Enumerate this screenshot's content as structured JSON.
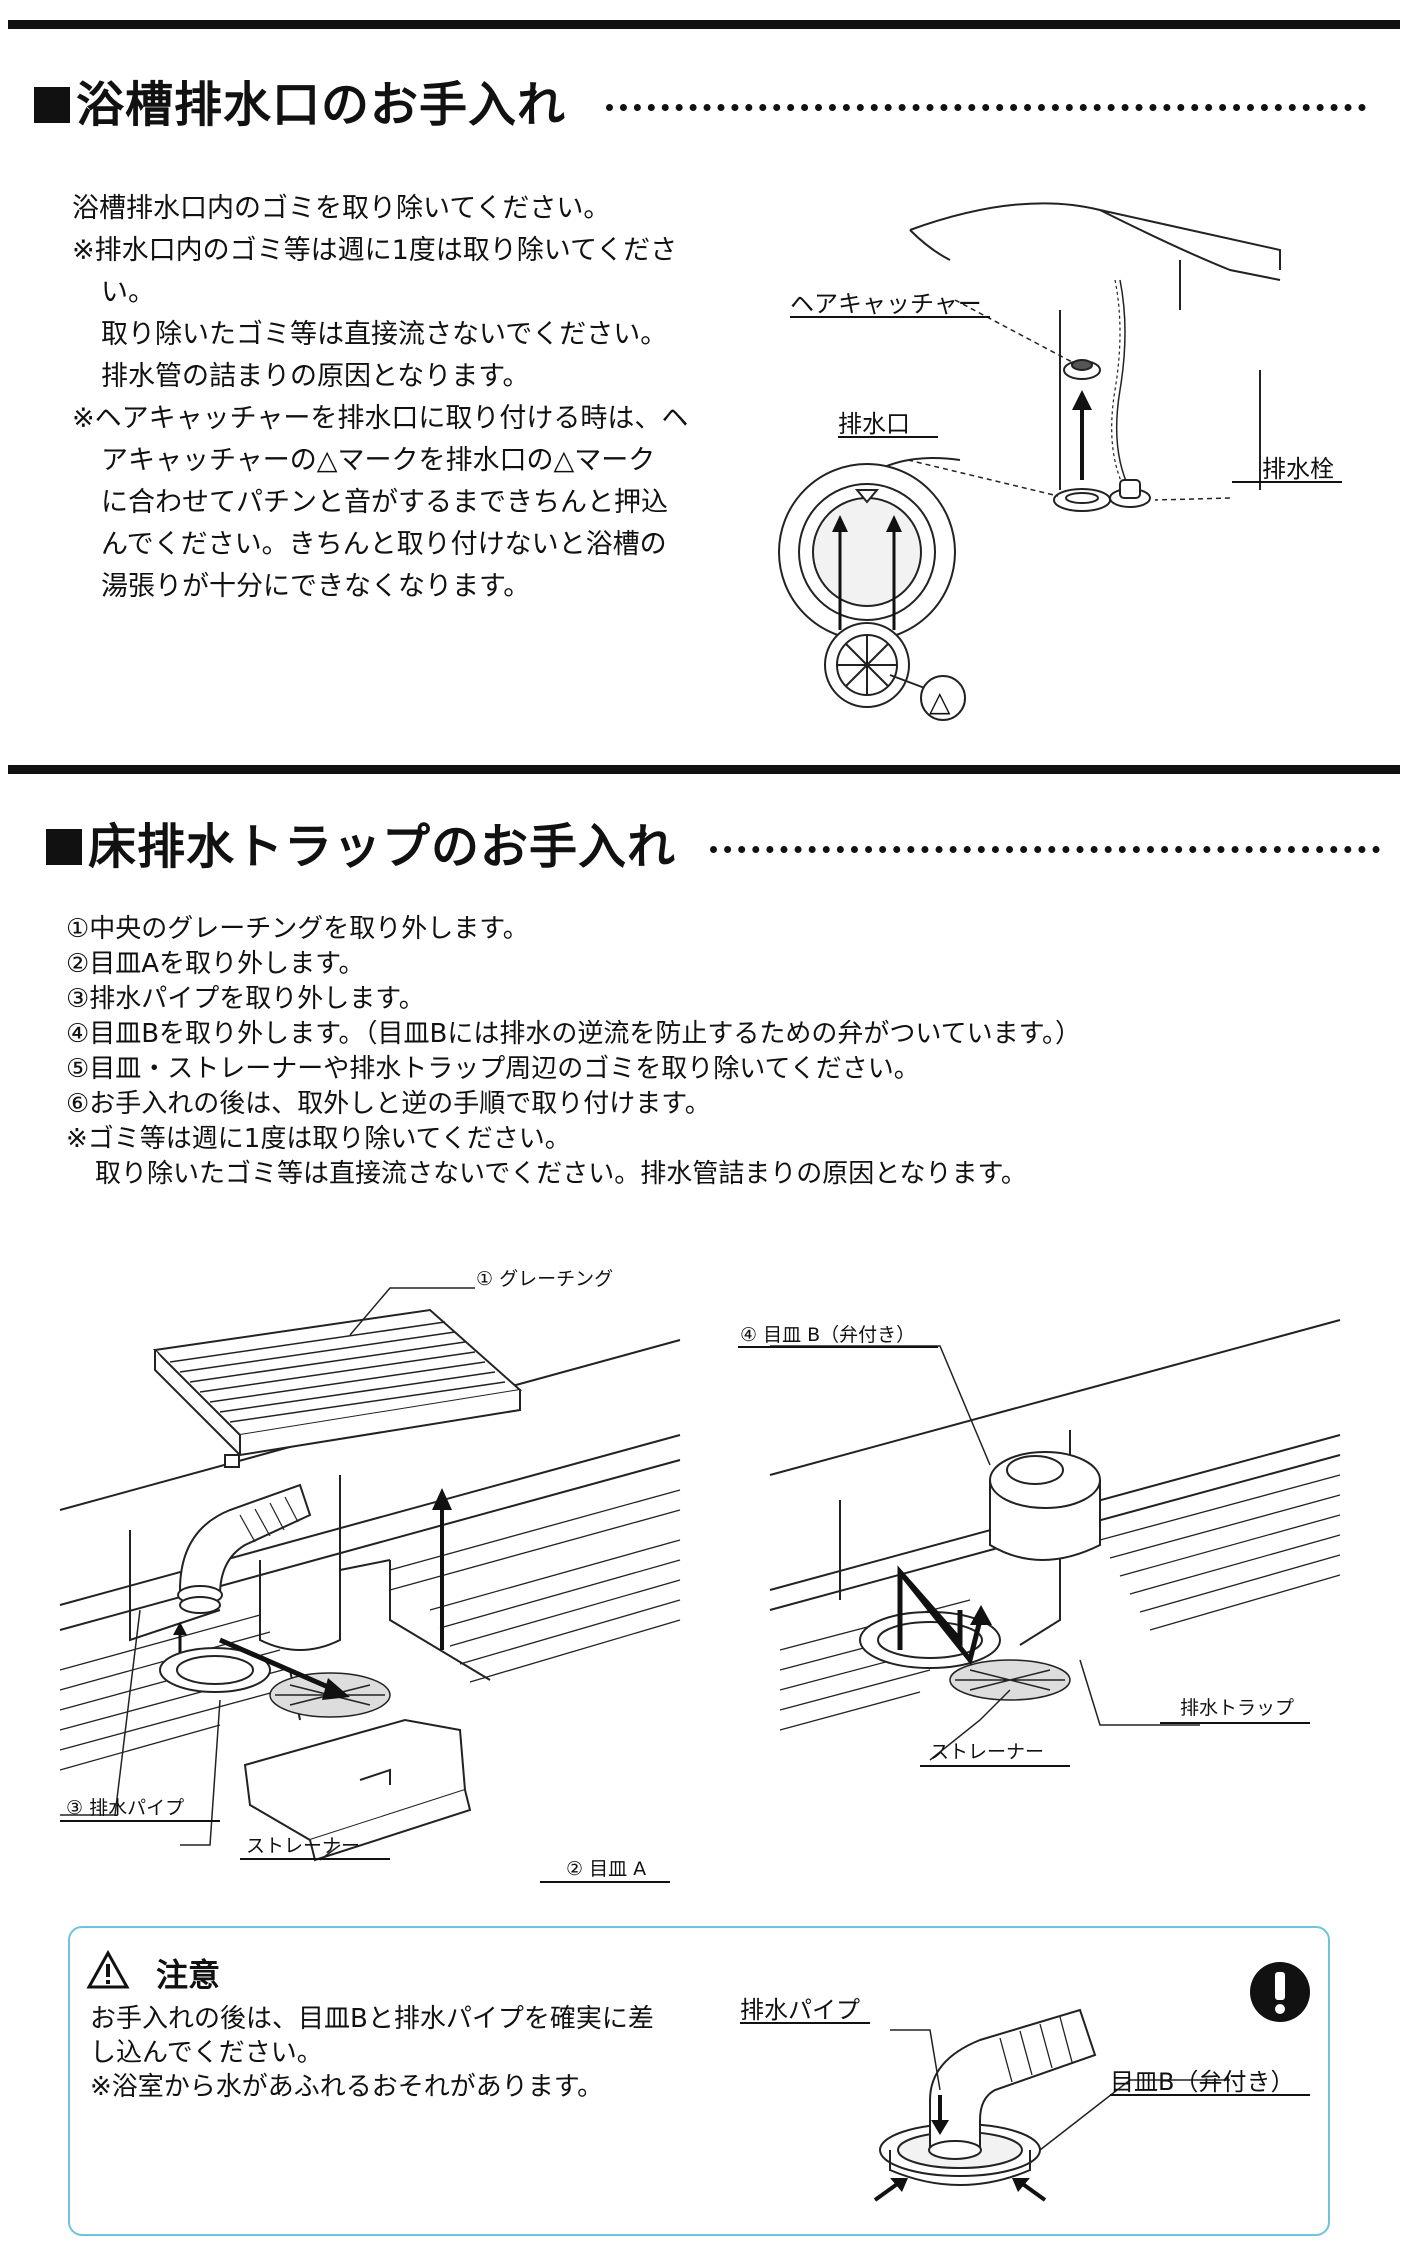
{
  "section1": {
    "title": "浴槽排水口のお手入れ",
    "lines": [
      "浴槽排水口内のゴミを取り除いてください。",
      "※排水口内のゴミ等は週に1度は取り除いてくださ",
      "い。",
      "取り除いたゴミ等は直接流さないでください。",
      "排水管の詰まりの原因となります。",
      "※ヘアキャッチャーを排水口に取り付ける時は、ヘ",
      "アキャッチャーの△マークを排水口の△マーク",
      "に合わせてパチンと音がするまできちんと押込",
      "んでください。きちんと取り付けないと浴槽の",
      "湯張りが十分にできなくなります。"
    ],
    "labels": {
      "hair_catcher": "ヘアキャッチャー",
      "drain_outlet": "排水口",
      "drain_plug": "排水栓",
      "triangle": "△"
    }
  },
  "section2": {
    "title": "床排水トラップのお手入れ",
    "steps": [
      "①中央のグレーチングを取り外します。",
      "②目皿Aを取り外します。",
      "③排水パイプを取り外します。",
      "④目皿Bを取り外します。（目皿Bには排水の逆流を防止するための弁がついています。）",
      "⑤目皿・ストレーナーや排水トラップ周辺のゴミを取り除いてください。",
      "⑥お手入れの後は、取外しと逆の手順で取り付けます。",
      "※ゴミ等は週に1度は取り除いてください。",
      "取り除いたゴミ等は直接流さないでください。排水管詰まりの原因となります。"
    ],
    "labels": {
      "grating": "① グレーチング",
      "drain_pipe": "③ 排水パイプ",
      "strainer_left": "ストレーナー",
      "plate_a": "② 目皿 A",
      "plate_b": "④ 目皿 B（弁付き）",
      "drain_trap": "排水トラップ",
      "strainer_right": "ストレーナー"
    }
  },
  "caution": {
    "title": "注意",
    "lines": [
      "お手入れの後は、目皿Bと排水パイプを確実に差",
      "し込んでください。",
      "※浴室から水があふれるおそれがあります。"
    ],
    "labels": {
      "drain_pipe": "排水パイプ",
      "plate_b": "目皿B（弁付き）"
    }
  }
}
